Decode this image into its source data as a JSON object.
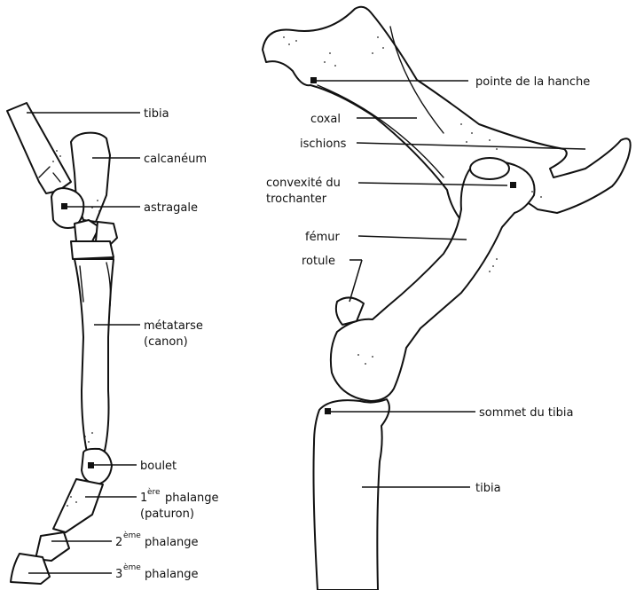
{
  "left_leg": {
    "labels": {
      "tibia": "tibia",
      "calcaneum": "calcanéum",
      "astragale": "astragale",
      "metatarse": "métatarse",
      "canon": "(canon)",
      "boulet": "boulet",
      "phalange1_num": "1",
      "phalange1_sup": "ère",
      "phalange1_word": "phalange",
      "paturon": "(paturon)",
      "phalange2_num": "2",
      "phalange2_sup": "ème",
      "phalange2_word": "phalange",
      "phalange3_num": "3",
      "phalange3_sup": "ème",
      "phalange3_word": "phalange"
    }
  },
  "right_leg": {
    "labels": {
      "pointe_hanche": "pointe de la hanche",
      "coxal": "coxal",
      "ischions": "ischions",
      "convexite_1": "convexité du",
      "convexite_2": "trochanter",
      "femur": "fémur",
      "rotule": "rotule",
      "sommet_tibia": "sommet du tibia",
      "tibia": "tibia"
    }
  }
}
